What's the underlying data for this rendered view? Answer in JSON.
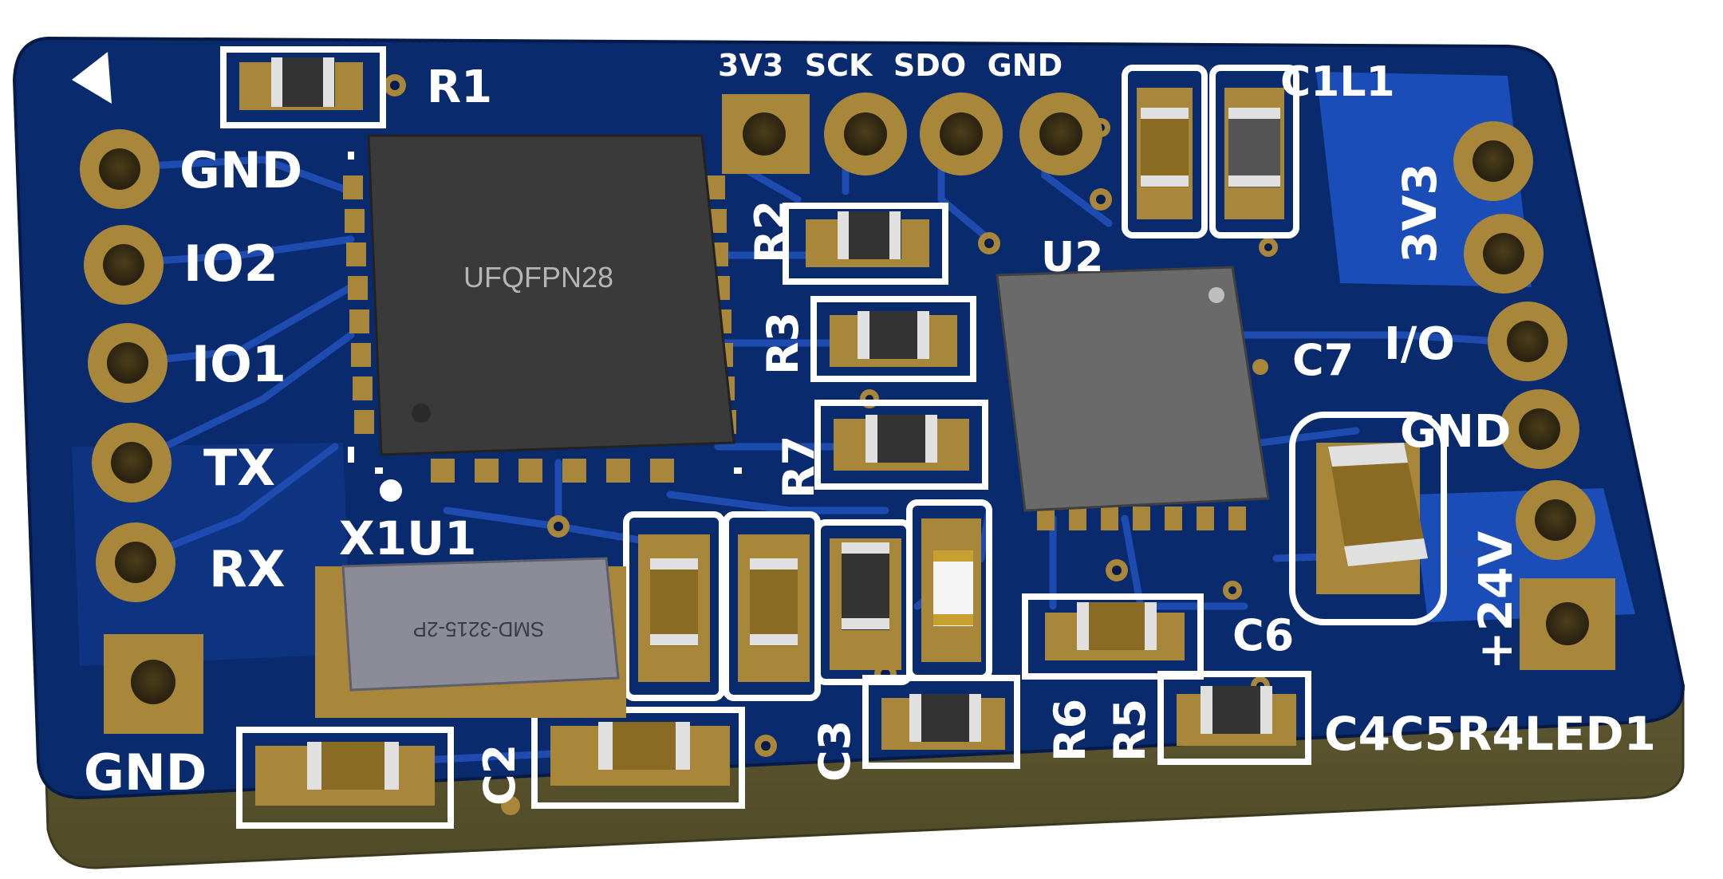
{
  "colors": {
    "board": "#0a2a6e",
    "board_dark": "#061c4f",
    "edge": "#6f6a3c",
    "copper": "#1a48b8",
    "gold": "#a8863a",
    "gold_dark": "#8a6b24",
    "silk": "#ffffff",
    "chip": "#3a3a3a",
    "chip2": "#6a6a6a",
    "crystal": "#8c8c98"
  },
  "left_pins": {
    "gnd": "GND",
    "io2": "IO2",
    "io1": "IO1",
    "tx": "TX",
    "rx": "RX",
    "gnd_bottom": "GND"
  },
  "top_pins": {
    "labels": "3V3  SCK  SDO  GND"
  },
  "right_pins": {
    "v33": "3V3",
    "io": "I/O",
    "gnd": "GND",
    "v24": "+24V"
  },
  "refs": {
    "r1": "R1",
    "r2": "R2",
    "r3": "R3",
    "r7": "R7",
    "u2": "U2",
    "c1l1": "C1L1",
    "c7": "C7",
    "x1u1": "X1U1",
    "c2": "C2",
    "c3": "C3",
    "r6": "R6",
    "r5": "R5",
    "c6": "C6",
    "bottom_right": "C4C5R4LED1"
  },
  "chips": {
    "mcu_label": "UFQFPN28",
    "crystal_label": "SMD-3215-2P"
  },
  "icons": {
    "orientation": "triangle-marker-icon"
  }
}
